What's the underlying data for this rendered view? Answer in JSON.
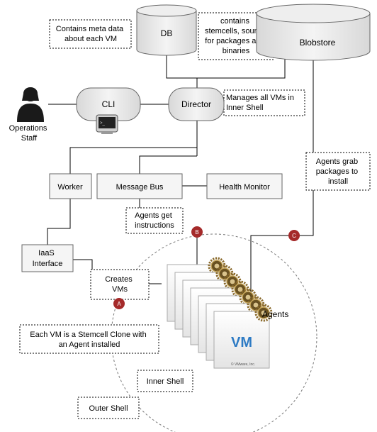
{
  "components": {
    "db": "DB",
    "blobstore": "Blobstore",
    "cli": "CLI",
    "director": "Director",
    "worker": "Worker",
    "message_bus": "Message Bus",
    "health_monitor": "Health Monitor",
    "iaas_interface": [
      "IaaS",
      "Interface"
    ],
    "operations_staff": [
      "Operations",
      "Staff"
    ]
  },
  "notes": {
    "db_note": [
      "Contains meta data",
      "about each VM"
    ],
    "blobstore_note": [
      "contains",
      "stemcells, source",
      "for packages and",
      "binaries"
    ],
    "director_note": [
      "Manages all VMs in",
      "Inner Shell"
    ],
    "agents_get": [
      "Agents get",
      "instructions"
    ],
    "agents_grab": [
      "Agents grab",
      "packages to",
      "install"
    ],
    "creates_vms": [
      "Creates",
      "VMs"
    ],
    "stemcell_clone": [
      "Each VM is a Stemcell Clone with",
      "an Agent installed"
    ],
    "inner_shell": "Inner Shell",
    "outer_shell": "Outer Shell"
  },
  "vm_stack": {
    "vm_label": "VM",
    "vm_credit": "© VMware, Inc.",
    "agents_label": "Agents"
  },
  "markers": {
    "a": "A",
    "b": "B",
    "c": "C"
  },
  "colors": {
    "line": "#000000",
    "box_fill": "#f5f5f5",
    "box_stroke": "#666666",
    "marker_fill": "#a52a2a",
    "vm_blue": "#2e7bc4",
    "gear": "#8a6a2c"
  }
}
